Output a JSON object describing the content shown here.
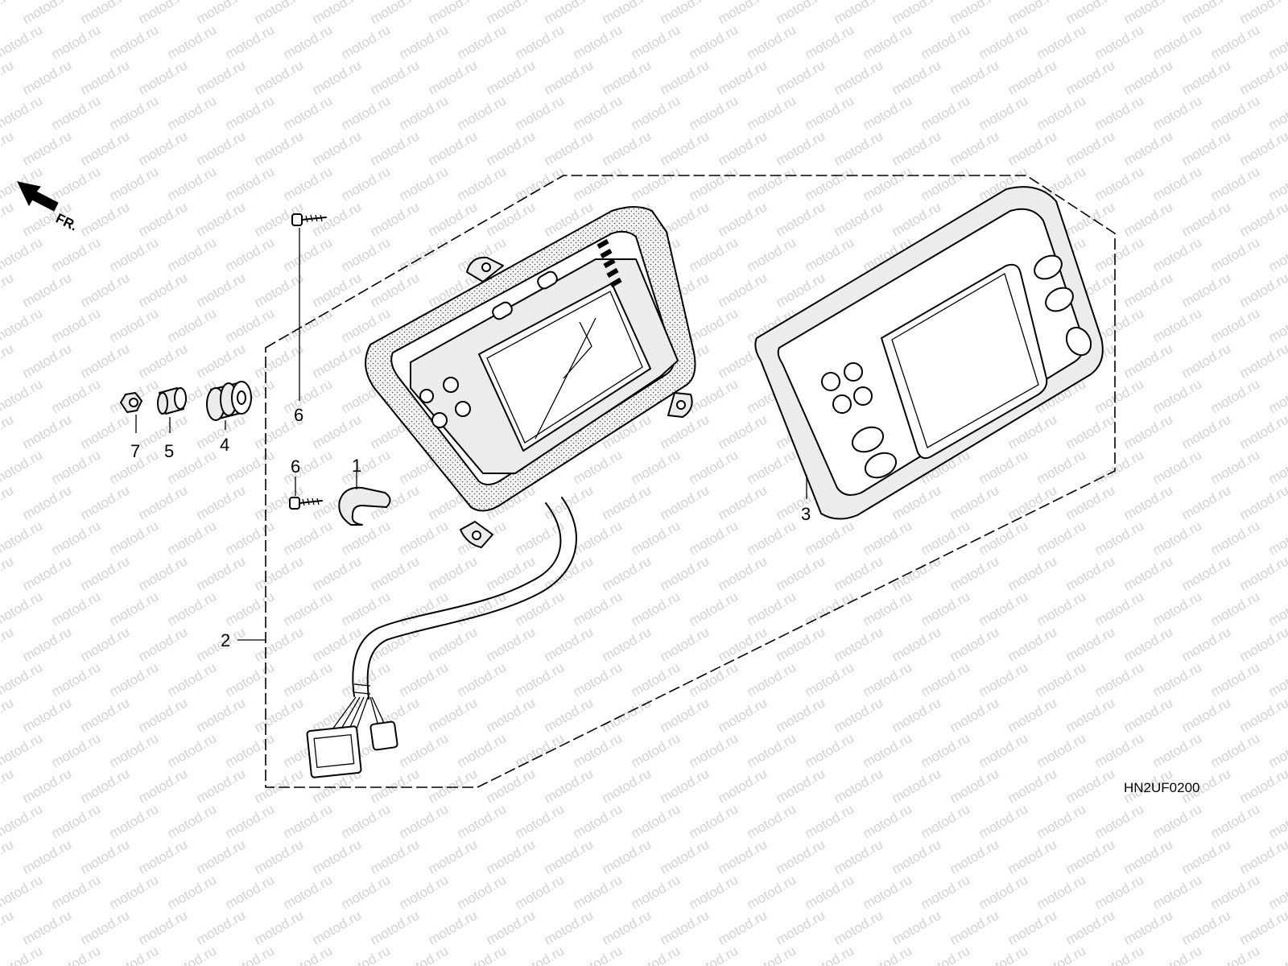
{
  "watermark": {
    "text": "motod.ru"
  },
  "direction": {
    "label": "FR."
  },
  "diagram_code": "HN2UF0200",
  "callouts": {
    "c1": "1",
    "c2": "2",
    "c3": "3",
    "c4": "4",
    "c5": "5",
    "c6a": "6",
    "c6b": "6",
    "c7": "7"
  }
}
